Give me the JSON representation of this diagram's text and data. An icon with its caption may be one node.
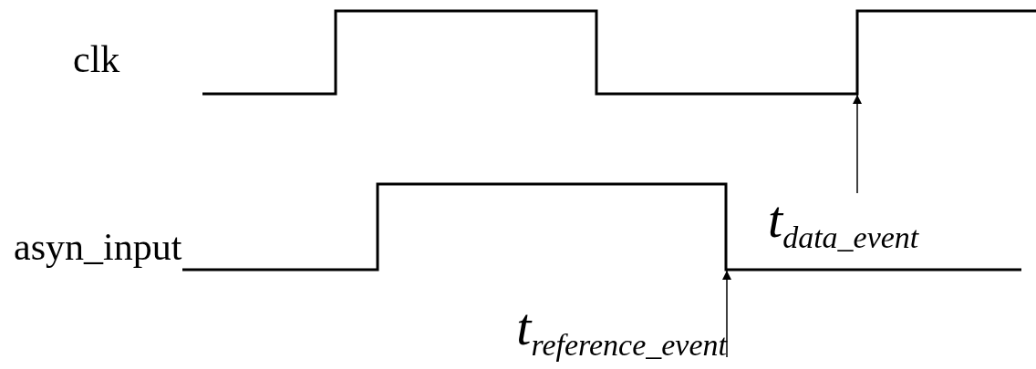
{
  "diagram": {
    "nodes": [
      {
        "text": [
          "t$_{data_event}$"
        ]
      },
      {
        "text": [
          "t$_{reference_event}$"
        ]
      }
    ],
    "edges": [
      {
        "from": 0,
        "to": null,
        "arrow": "to"
      },
      {
        "from": 1,
        "to": null,
        "arrow": "to"
      }
    ],
    "labels": [
      "clk",
      "asyn_input"
    ]
  }
}
